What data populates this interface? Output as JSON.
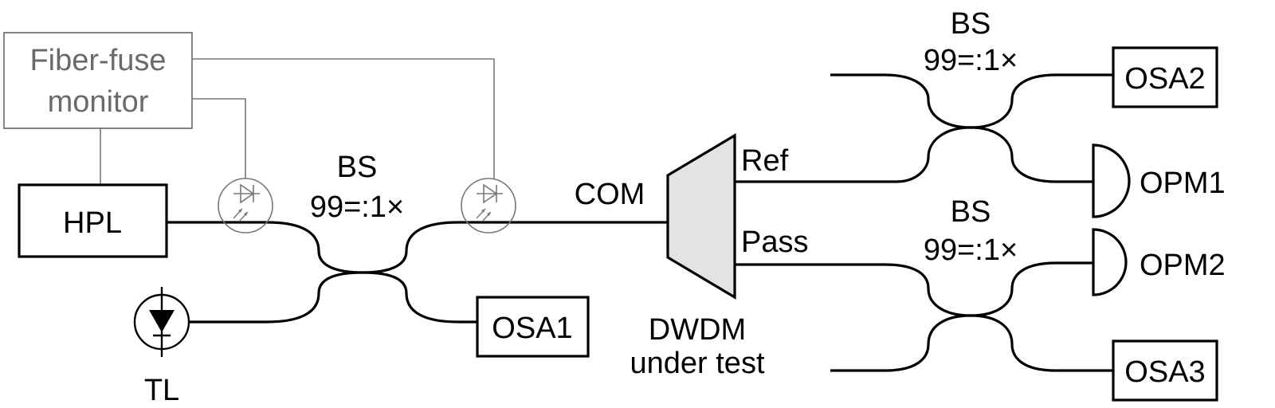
{
  "diagram": {
    "title": "DWDM fiber-fuse test setup",
    "colors": {
      "line": "#000000",
      "monitor": "#777777",
      "dwdm_fill": "#e3e3e3"
    },
    "monitor": {
      "line1": "Fiber-fuse",
      "line2": "monitor"
    },
    "sources": {
      "hpl": "HPL",
      "tl": "TL"
    },
    "couplers": [
      {
        "name": "BS",
        "ratio": "99=:1×"
      },
      {
        "name": "BS",
        "ratio": "99=:1×"
      },
      {
        "name": "BS",
        "ratio": "99=:1×"
      }
    ],
    "ports": {
      "com": "COM",
      "ref": "Ref",
      "pass": "Pass"
    },
    "dwdm": {
      "line1": "DWDM",
      "line2": "under test"
    },
    "instruments": {
      "osa1": "OSA1",
      "osa2": "OSA2",
      "osa3": "OSA3",
      "opm1": "OPM1",
      "opm2": "OPM2"
    },
    "icons": {
      "monitor_detector": "photodiode-icon",
      "tunable_laser": "laser-diode-icon",
      "power_meter": "power-meter-icon"
    }
  }
}
